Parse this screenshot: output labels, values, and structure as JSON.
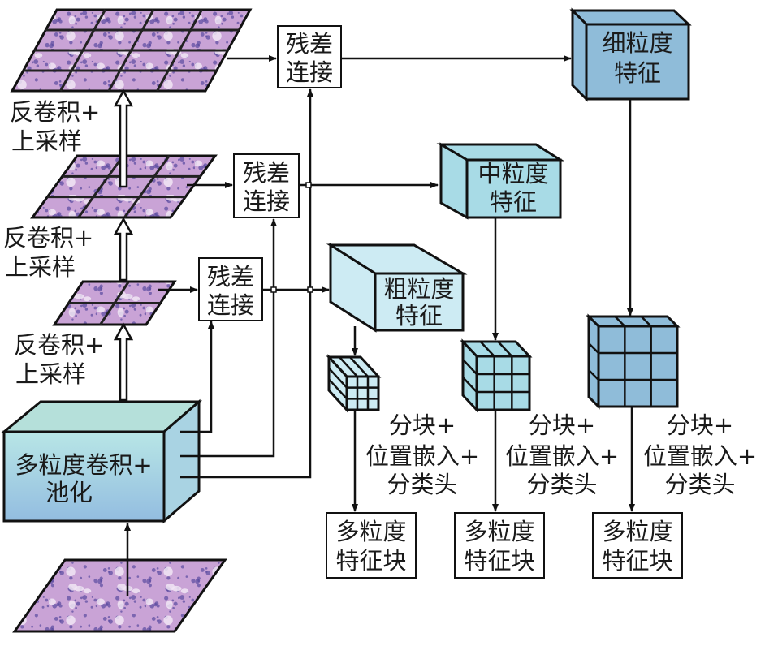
{
  "colors": {
    "fine": "#8fbcd9",
    "medium": "#a8dbe6",
    "coarse": "#cdebf3",
    "base_top": "#b5e0da",
    "base_front_top": "#b8e6e6",
    "base_front_bottom": "#93bde0",
    "tissue": "#c9a3d6",
    "line": "#111111"
  },
  "upsample_labels": [
    {
      "line1": "反卷积+",
      "line2": "上采样"
    },
    {
      "line1": "反卷积+",
      "line2": "上采样"
    },
    {
      "line1": "反卷积+",
      "line2": "上采样"
    }
  ],
  "base_block": {
    "line1": "多粒度卷积+",
    "line2": "池化"
  },
  "residual_blocks": [
    {
      "line1": "残差",
      "line2": "连接"
    },
    {
      "line1": "残差",
      "line2": "连接"
    },
    {
      "line1": "残差",
      "line2": "连接"
    }
  ],
  "features": {
    "fine": {
      "line1": "细粒度",
      "line2": "特征"
    },
    "medium": {
      "line1": "中粒度",
      "line2": "特征"
    },
    "coarse": {
      "line1": "粗粒度",
      "line2": "特征"
    }
  },
  "patch_steps": [
    {
      "line1": "分块+",
      "line2": "位置嵌入+",
      "line3": "分类头"
    },
    {
      "line1": "分块+",
      "line2": "位置嵌入+",
      "line3": "分类头"
    },
    {
      "line1": "分块+",
      "line2": "位置嵌入+",
      "line3": "分类头"
    }
  ],
  "outputs": [
    {
      "line1": "多粒度",
      "line2": "特征块"
    },
    {
      "line1": "多粒度",
      "line2": "特征块"
    },
    {
      "line1": "多粒度",
      "line2": "特征块"
    }
  ]
}
